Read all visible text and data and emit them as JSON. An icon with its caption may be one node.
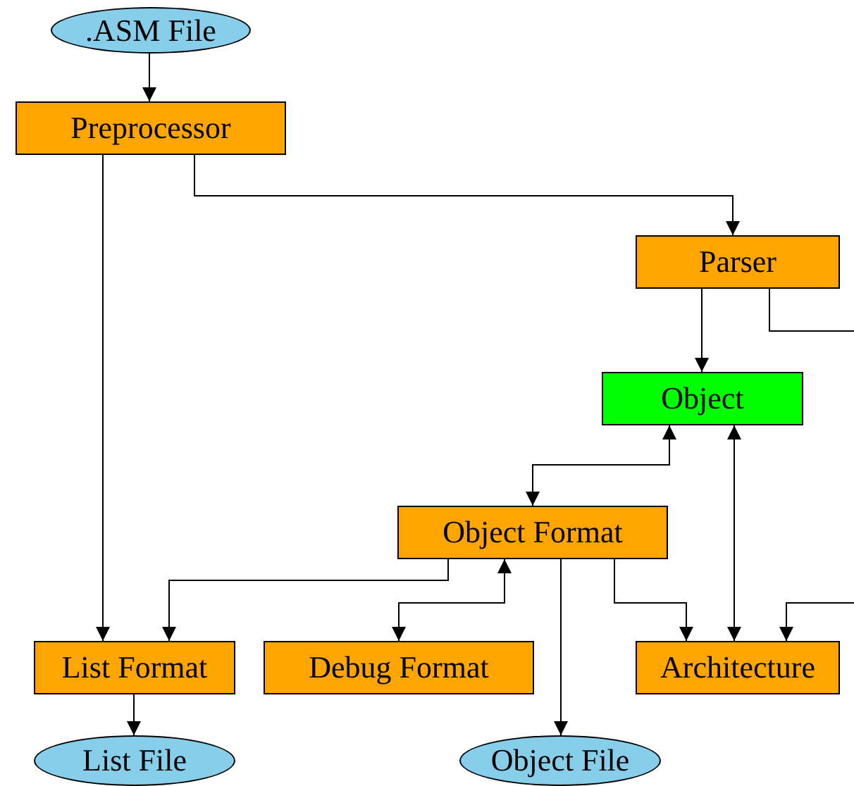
{
  "diagram": {
    "nodes": [
      {
        "text": [
          ".ASM File"
        ]
      },
      {
        "text": [
          "Preprocessor"
        ]
      },
      {
        "text": [
          "Parser"
        ]
      },
      {
        "text": [
          "Object"
        ]
      },
      {
        "text": [
          "Object Format"
        ]
      },
      {
        "text": [
          "List Format"
        ]
      },
      {
        "text": [
          "Debug Format"
        ]
      },
      {
        "text": [
          "Architecture"
        ]
      },
      {
        "text": [
          "List File"
        ]
      },
      {
        "text": [
          "Object File"
        ]
      }
    ],
    "edges": [
      {
        "from": 0,
        "to": 1,
        "arrow": "to"
      },
      {
        "from": 1,
        "to": 2,
        "arrow": "to"
      },
      {
        "from": 1,
        "to": 5,
        "arrow": "to"
      },
      {
        "from": 2,
        "to": 3,
        "arrow": "to"
      },
      {
        "from": 2,
        "to": null,
        "arrow": "none"
      },
      {
        "from": 3,
        "to": 4,
        "arrow": "both"
      },
      {
        "from": 3,
        "to": 7,
        "arrow": "both"
      },
      {
        "from": 4,
        "to": 5,
        "arrow": "to"
      },
      {
        "from": 4,
        "to": 6,
        "arrow": "both"
      },
      {
        "from": 4,
        "to": 9,
        "arrow": "to"
      },
      {
        "from": 4,
        "to": 7,
        "arrow": "to"
      },
      {
        "from": null,
        "to": 7,
        "arrow": "to"
      },
      {
        "from": 5,
        "to": 8,
        "arrow": "to"
      }
    ]
  }
}
